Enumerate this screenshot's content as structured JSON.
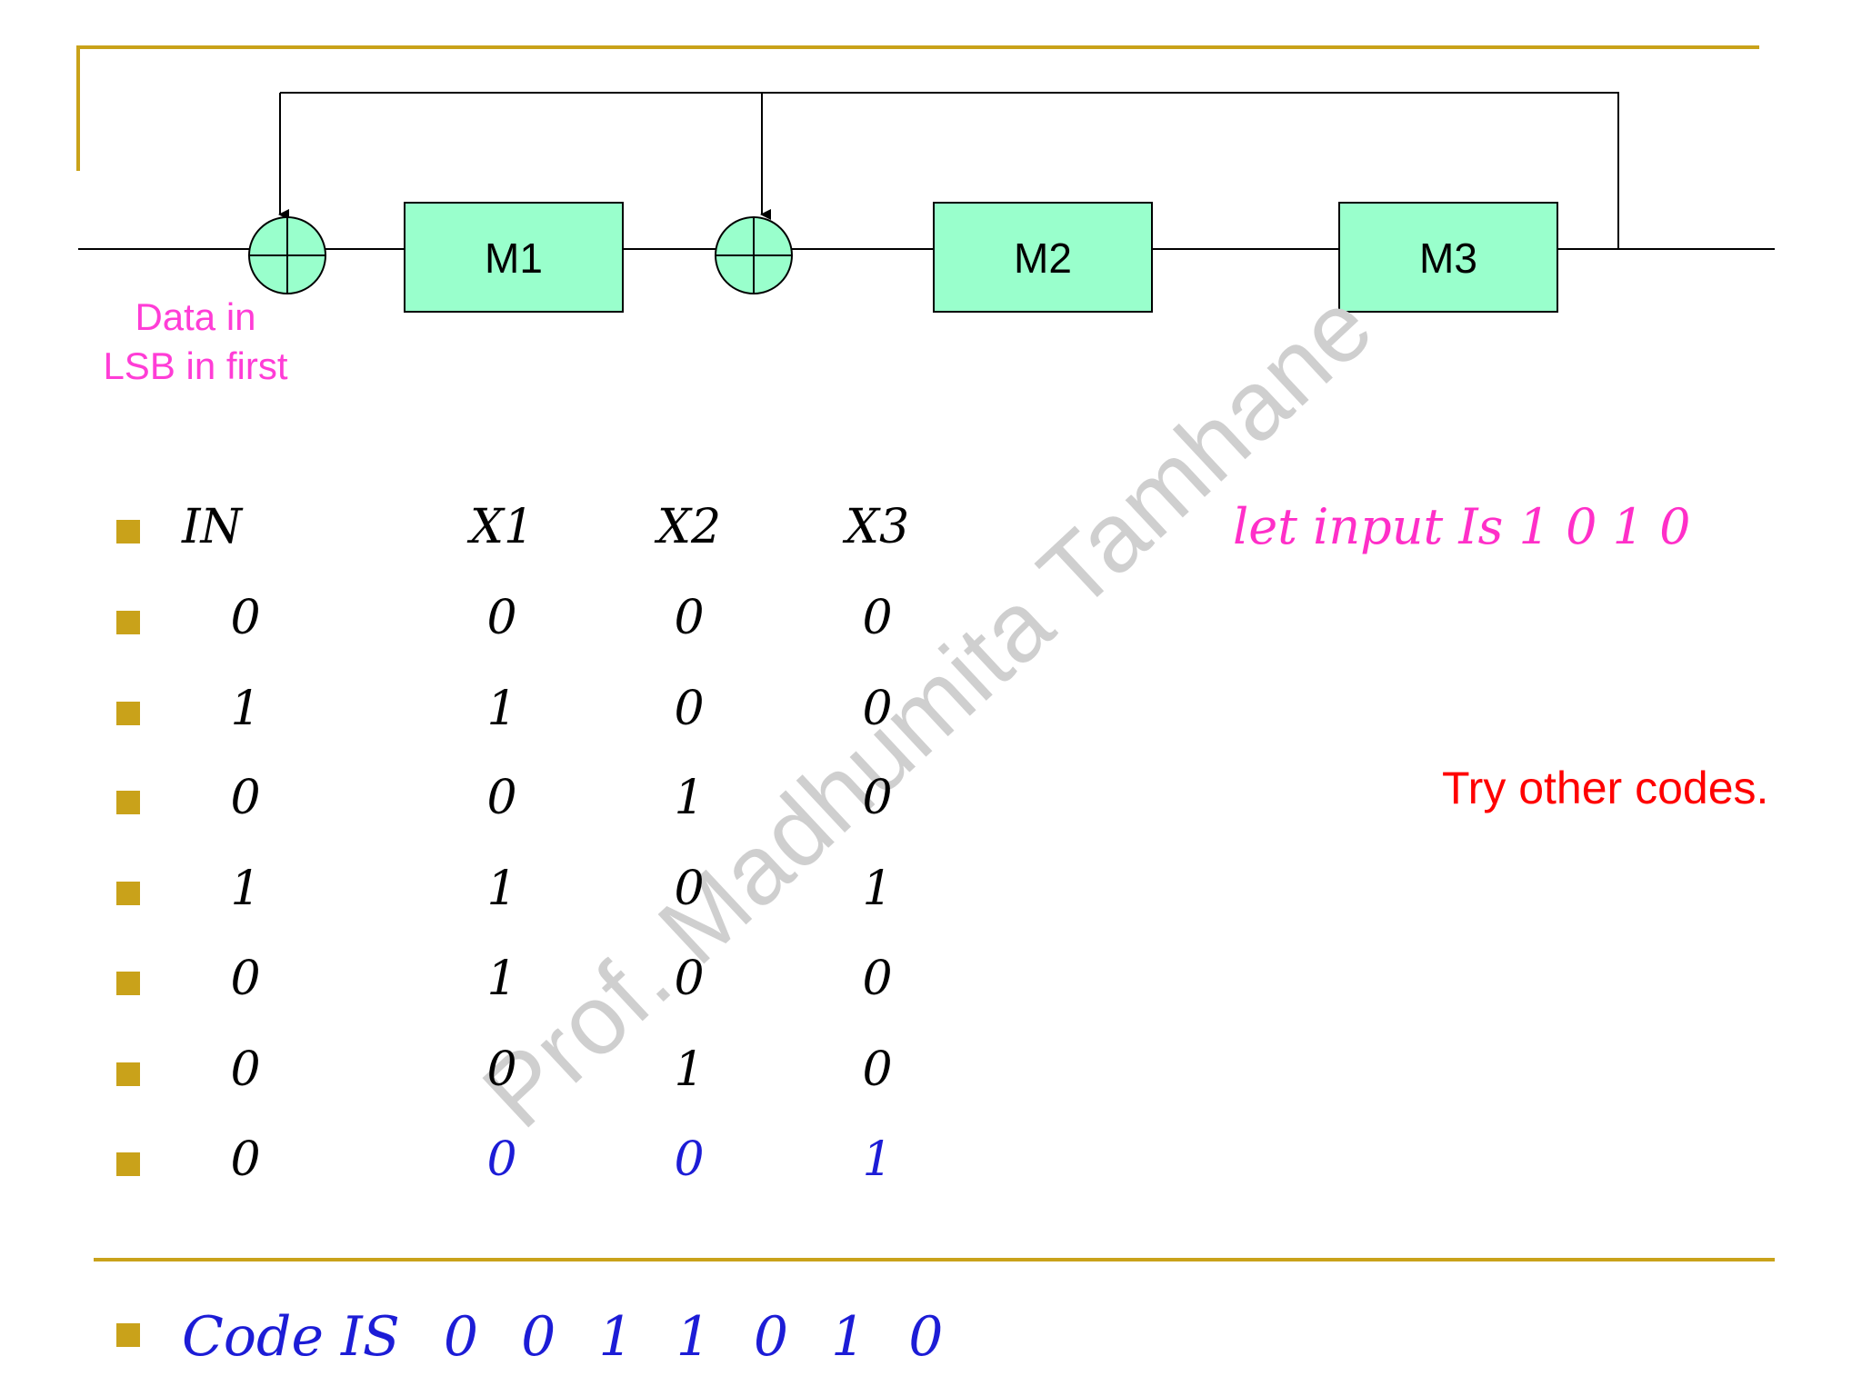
{
  "colors": {
    "register_fill": "#99ffcc",
    "gold_rule": "#c9a21a",
    "data_label": "#ff3dd6",
    "note_pink": "#ff2fc8",
    "note_red": "#ff0000",
    "handwriting_blue": "#1c1cd6",
    "watermark": "#cfcfcf"
  },
  "diagram": {
    "registers": [
      "M1",
      "M2",
      "M3"
    ],
    "adders": [
      "xor-adder-1",
      "xor-adder-2"
    ],
    "data_label_line1": "Data in",
    "data_label_line2": "LSB in first"
  },
  "watermark": "Prof. Madhumita Tamhane",
  "table": {
    "headers": [
      "IN",
      "X1",
      "X2",
      "X3"
    ],
    "rows": [
      [
        "0",
        "0",
        "0",
        "0"
      ],
      [
        "1",
        "1",
        "0",
        "0"
      ],
      [
        "0",
        "0",
        "1",
        "0"
      ],
      [
        "1",
        "1",
        "0",
        "1"
      ],
      [
        "0",
        "1",
        "0",
        "0"
      ],
      [
        "0",
        "0",
        "1",
        "0"
      ],
      [
        "0",
        "0",
        "0",
        "1"
      ]
    ],
    "highlighted_row": 6
  },
  "notes": {
    "input_note": "let input Is 1 0 1 0",
    "try_note": "Try other codes."
  },
  "code": {
    "label": "Code IS",
    "value": "0 0 1 1 0 1 0"
  }
}
